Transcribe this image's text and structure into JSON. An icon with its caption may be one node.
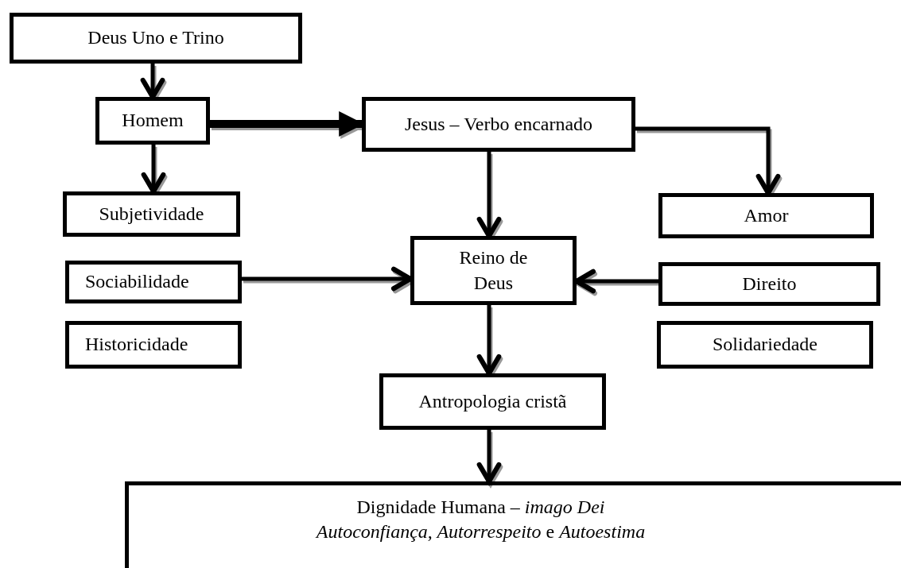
{
  "diagram": {
    "nodes": [
      {
        "text": [
          "Deus Uno e Trino"
        ]
      },
      {
        "text": [
          "Homem"
        ]
      },
      {
        "text": [
          "Jesus – Verbo encarnado"
        ]
      },
      {
        "text": [
          "Subjetividade"
        ]
      },
      {
        "text": [
          "Amor"
        ]
      },
      {
        "text": [
          "Sociabilidade"
        ]
      },
      {
        "text": [
          "Reino de Deus"
        ]
      },
      {
        "text": [
          "Direito"
        ]
      },
      {
        "text": [
          "Historicidade"
        ]
      },
      {
        "text": [
          "Solidariedade"
        ]
      },
      {
        "text": [
          "Antropologia cristã"
        ]
      },
      {
        "text": [
          "Dignidade Humana – *imago Dei*",
          "*Autoconfiança, Autorrespeito* e *Autoestima*"
        ]
      }
    ],
    "edges": [
      {
        "from": 0,
        "to": 1,
        "arrow": "to"
      },
      {
        "from": 1,
        "to": 2,
        "arrow": "to",
        "style": "thick"
      },
      {
        "from": 1,
        "to": 3,
        "arrow": "to"
      },
      {
        "from": 2,
        "to": 4,
        "arrow": "to"
      },
      {
        "from": 2,
        "to": 6,
        "arrow": "to"
      },
      {
        "from": 5,
        "to": 6,
        "arrow": "to"
      },
      {
        "from": 7,
        "to": 6,
        "arrow": "to"
      },
      {
        "from": 6,
        "to": 10,
        "arrow": "to"
      },
      {
        "from": 10,
        "to": 11,
        "arrow": "to"
      }
    ]
  }
}
